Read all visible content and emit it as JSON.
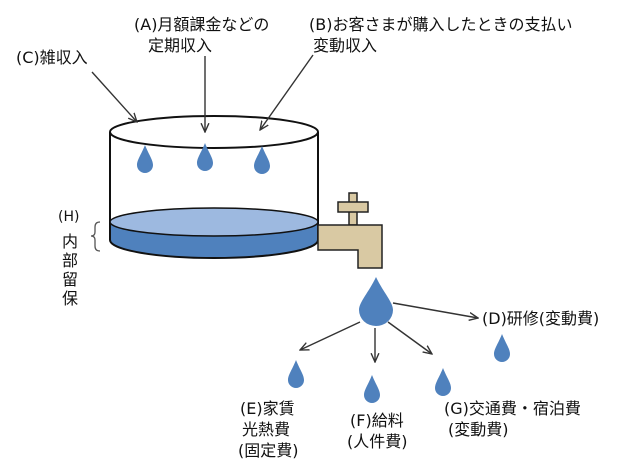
{
  "labels": {
    "a_line1": "(A)月額課金などの",
    "a_line2": "定期収入",
    "b_line1": "(B)お客さまが購入したときの支払い",
    "b_line2": "変動収入",
    "c": "(C)雑収入",
    "h_prefix": "(H)",
    "h_text": "内部留保",
    "d": "(D)研修(変動費)",
    "e_line1": "(E)家賃",
    "e_line2": "光熱費",
    "e_line3": "(固定費)",
    "f_line1": "(F)給料",
    "f_line2": "(人件費)",
    "g_line1": "(G)交通費・宿泊費",
    "g_line2": "(変動費)"
  },
  "colors": {
    "water": "#4f81bd",
    "water_top": "#9db9e0",
    "faucet": "#d9c9a3",
    "faucet_stroke": "#222222",
    "outline": "#111111"
  }
}
